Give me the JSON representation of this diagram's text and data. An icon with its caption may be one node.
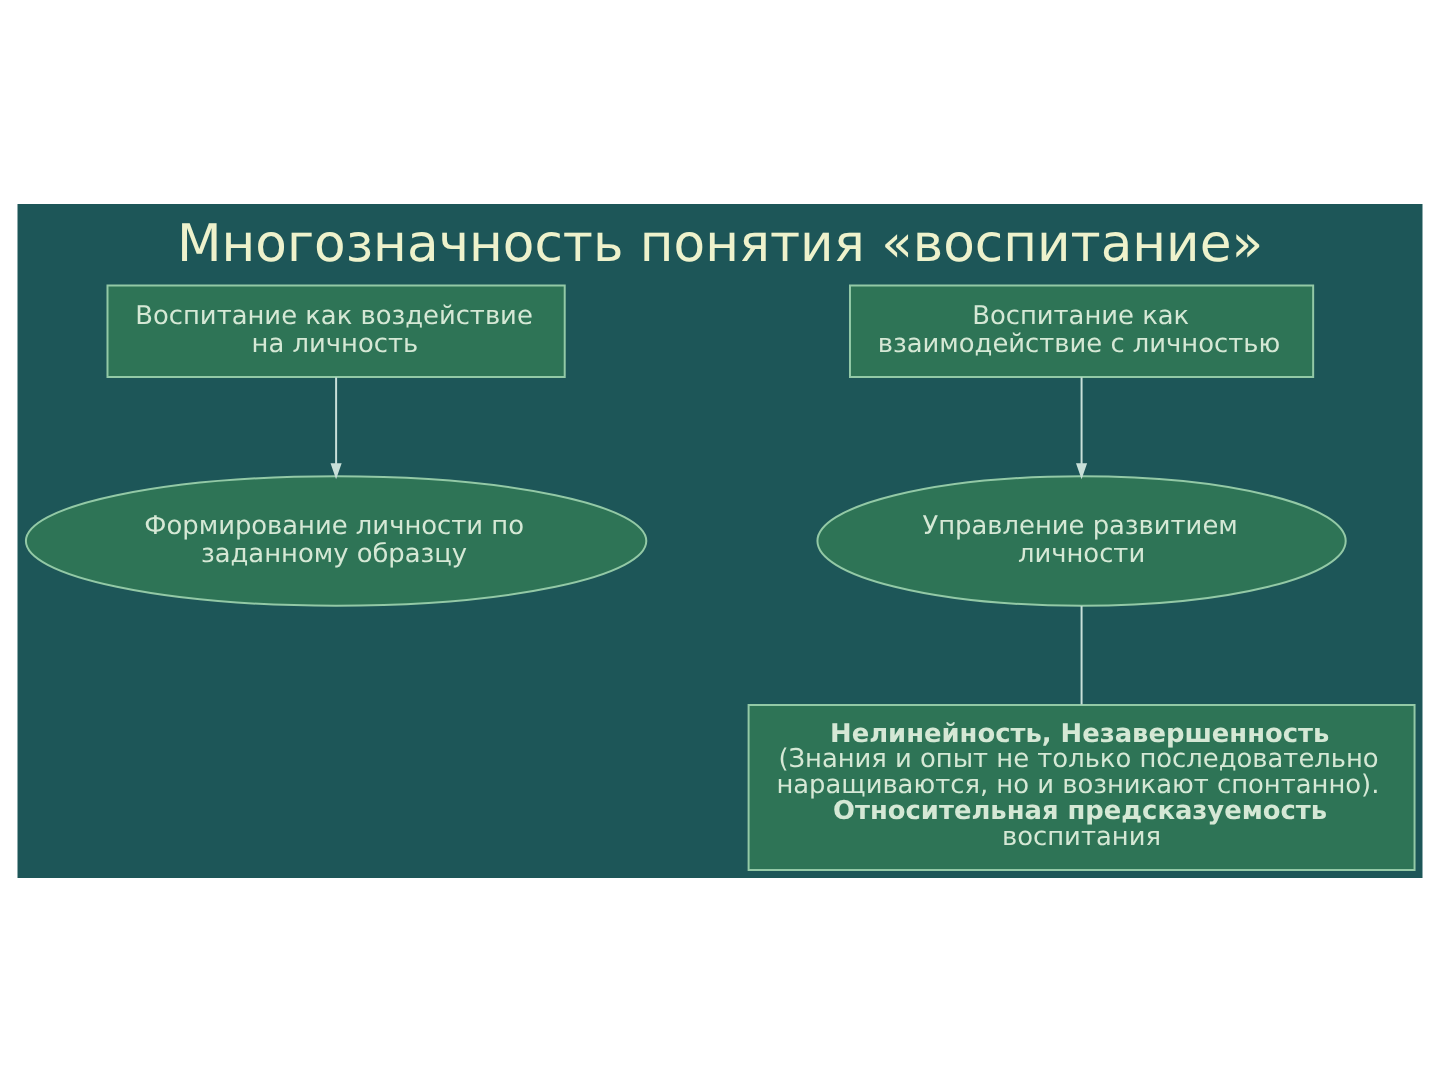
{
  "diagram": {
    "title": "Многозначность понятия «воспитание»",
    "nodes": [
      {
        "text": [
          "Воспитание как воздействие на личность"
        ]
      },
      {
        "text": [
          "Воспитание как взаимодействие с личностью"
        ]
      },
      {
        "text": [
          "Формирование личности по заданному образцу"
        ]
      },
      {
        "text": [
          "Управление развитием личности"
        ]
      },
      {
        "text": [
          "Нелинейность, Незавершенность",
          "(Знания и опыт не только последовательно наращиваются, но и возникают спонтанно).",
          "**Относительная предсказуемость** воспитания"
        ]
      }
    ],
    "edges": [
      {
        "from": 0,
        "to": 2,
        "arrow": "to"
      },
      {
        "from": 1,
        "to": 3,
        "arrow": "to"
      },
      {
        "from": 3,
        "to": 4,
        "arrow": "none"
      }
    ]
  }
}
